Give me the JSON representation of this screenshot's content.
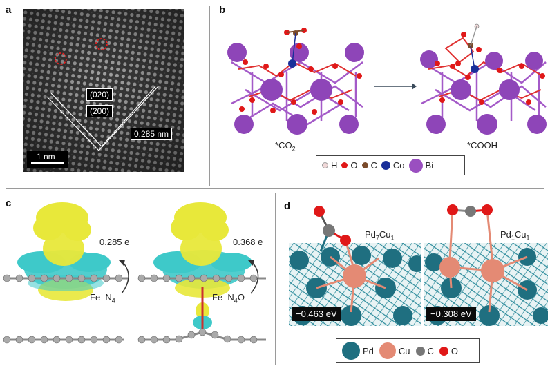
{
  "panels": {
    "a": {
      "label": "a",
      "plane_1": "(020)",
      "plane_2": "(200)",
      "d_spacing": "0.285 nm",
      "scalebar": "1 nm"
    },
    "b": {
      "label": "b",
      "state_left": "*CO",
      "state_left_sub": "2",
      "state_right": "*COOH",
      "legend": [
        {
          "symbol": "H",
          "color": "#f0d8d8"
        },
        {
          "symbol": "O",
          "color": "#e01818"
        },
        {
          "symbol": "C",
          "color": "#7a4a2a"
        },
        {
          "symbol": "Co",
          "color": "#1a2f9a"
        },
        {
          "symbol": "Bi",
          "color": "#9a4fc0"
        }
      ]
    },
    "c": {
      "label": "c",
      "charge_left": "0.285 e",
      "charge_right": "0.368 e",
      "site_left_main": "Fe–N",
      "site_left_sub": "4",
      "site_right_main": "Fe–N",
      "site_right_sub": "4",
      "site_right_suffix": "O"
    },
    "d": {
      "label": "d",
      "site_left_main": "Pd",
      "site_left_sub1": "7",
      "site_left_mid": "Cu",
      "site_left_sub2": "1",
      "site_right_main": "Pd",
      "site_right_sub1": "1",
      "site_right_mid": "Cu",
      "site_right_sub2": "1",
      "energy_left": "−0.463 eV",
      "energy_right": "−0.308 eV",
      "legend": [
        {
          "symbol": "Pd",
          "color": "#1f6f80"
        },
        {
          "symbol": "Cu",
          "color": "#e48a74"
        },
        {
          "symbol": "C",
          "color": "#777777"
        },
        {
          "symbol": "O",
          "color": "#e01818"
        }
      ]
    }
  },
  "colors": {
    "density_yellow": "#e8e83a",
    "density_cyan": "#3ec9c9",
    "graphene_gray": "#9a9a9a"
  }
}
